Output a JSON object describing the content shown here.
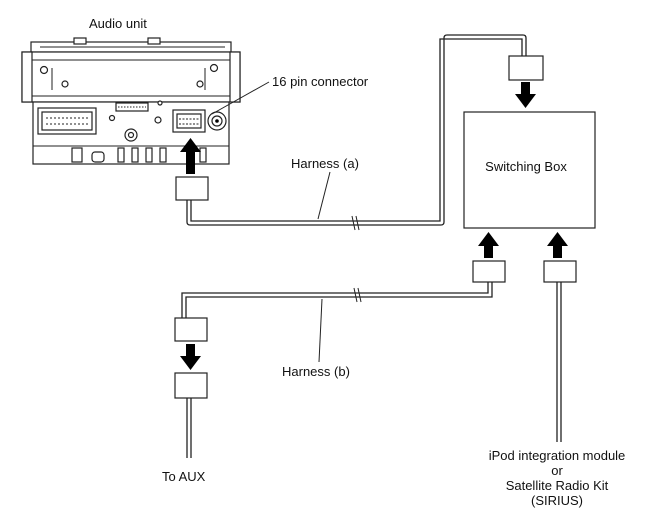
{
  "labels": {
    "audio_unit": "Audio unit",
    "connector": "16 pin connector",
    "harness_a": "Harness (a)",
    "harness_b": "Harness (b)",
    "switching_box": "Switching Box",
    "to_aux": "To AUX",
    "ipod_line1": "iPod integration module",
    "ipod_line2": "or",
    "ipod_line3": "Satellite Radio Kit",
    "ipod_line4": "(SIRIUS)"
  }
}
